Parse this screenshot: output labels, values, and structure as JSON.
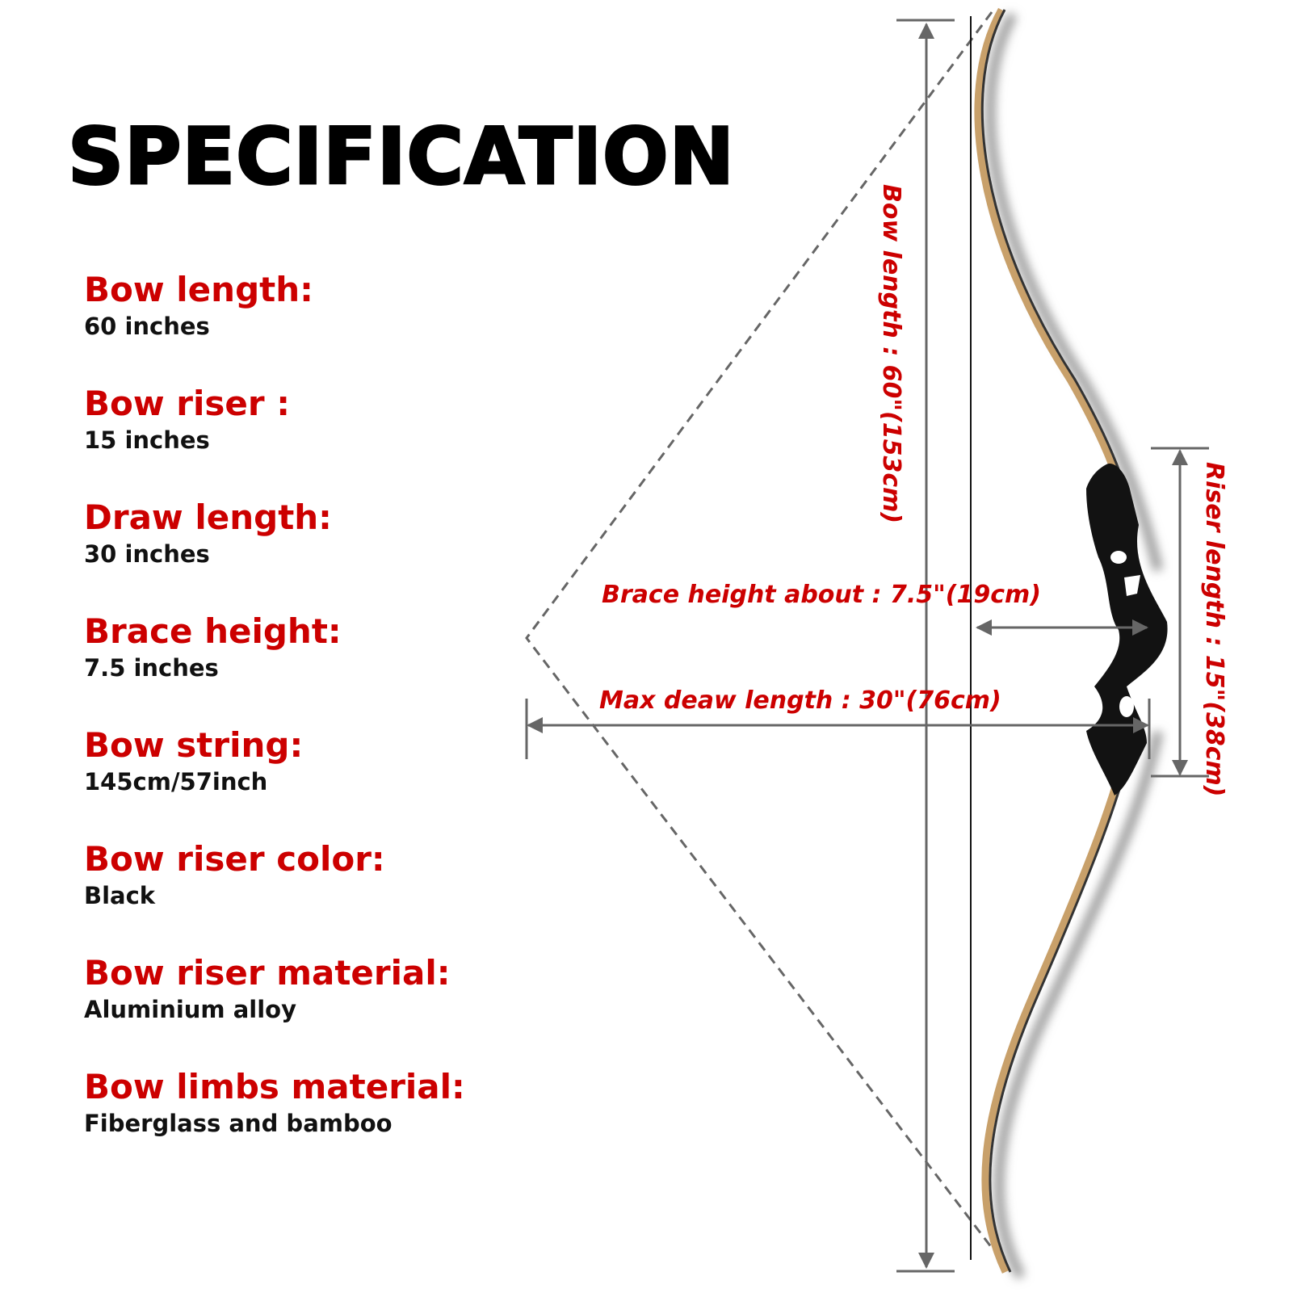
{
  "title": "SPECIFICATION",
  "specs": [
    {
      "label": "Bow length:",
      "value": "60 inches"
    },
    {
      "label": "Bow riser :",
      "value": "15 inches"
    },
    {
      "label": "Draw length:",
      "value": "30 inches"
    },
    {
      "label": "Brace height:",
      "value": "7.5 inches"
    },
    {
      "label": "Bow string:",
      "value": "145cm/57inch"
    },
    {
      "label": "Bow riser color:",
      "value": "Black"
    },
    {
      "label": "Bow riser material:",
      "value": "Aluminium alloy"
    },
    {
      "label": "Bow limbs material:",
      "value": "Fiberglass and bamboo"
    }
  ],
  "annotations": {
    "bow_length": "Bow length : 60\"(153cm)",
    "brace_height": "Brace height  about : 7.5\"(19cm)",
    "max_draw": "Max deaw length : 30\"(76cm)",
    "riser_length": "Riser length  : 15\"(38cm)"
  },
  "colors": {
    "accent": "#cc0000",
    "riser": "#111111",
    "limb": "#c8a06a",
    "dimension": "#666666"
  }
}
